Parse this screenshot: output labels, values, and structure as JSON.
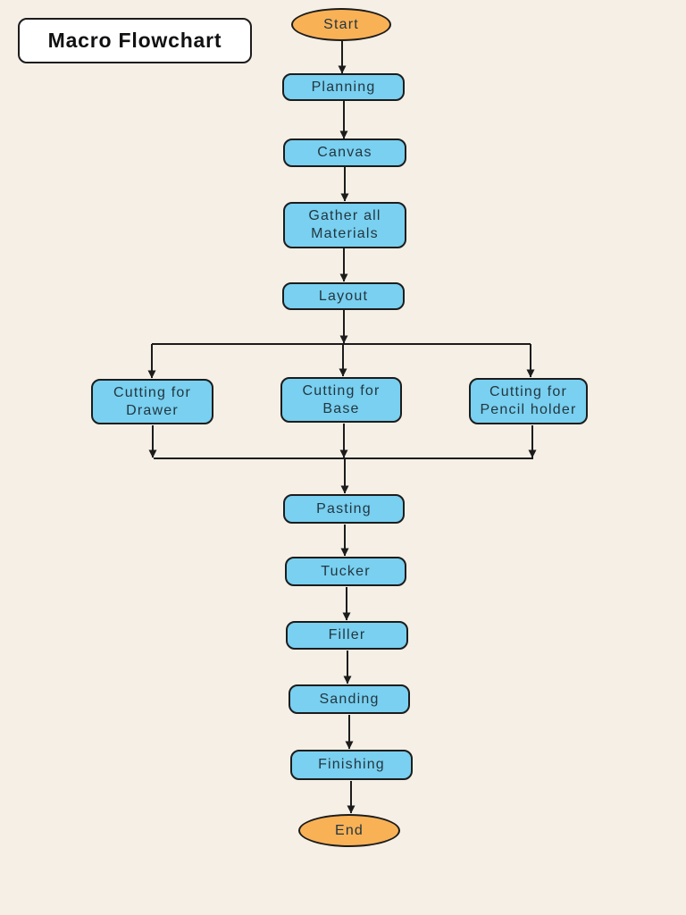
{
  "title": {
    "label": "Macro Flowchart"
  },
  "colors": {
    "background": "#f5efe5",
    "process_fill": "#79d0f0",
    "terminator_fill": "#f9b156",
    "stroke": "#1c1c1c",
    "node_text": "#233640",
    "title_text": "#111111",
    "title_fill": "#ffffff"
  },
  "nodes": {
    "start": {
      "label": "Start",
      "type": "terminator"
    },
    "planning": {
      "label": "Planning",
      "type": "process"
    },
    "canvas": {
      "label": "Canvas",
      "type": "process"
    },
    "gather_materials": {
      "label": "Gather all\nMaterials",
      "type": "process"
    },
    "layout": {
      "label": "Layout",
      "type": "process"
    },
    "cutting_drawer": {
      "label": "Cutting for\nDrawer",
      "type": "process"
    },
    "cutting_base": {
      "label": "Cutting for\nBase",
      "type": "process"
    },
    "cutting_pencil_holder": {
      "label": "Cutting for\nPencil holder",
      "type": "process"
    },
    "pasting": {
      "label": "Pasting",
      "type": "process"
    },
    "tucker": {
      "label": "Tucker",
      "type": "process"
    },
    "filler": {
      "label": "Filler",
      "type": "process"
    },
    "sanding": {
      "label": "Sanding",
      "type": "process"
    },
    "finishing": {
      "label": "Finishing",
      "type": "process"
    },
    "end": {
      "label": "End",
      "type": "terminator"
    }
  },
  "edges": [
    {
      "from": "start",
      "to": "planning"
    },
    {
      "from": "planning",
      "to": "canvas"
    },
    {
      "from": "canvas",
      "to": "gather_materials"
    },
    {
      "from": "gather_materials",
      "to": "layout"
    },
    {
      "from": "layout",
      "to": "cutting_drawer"
    },
    {
      "from": "layout",
      "to": "cutting_base"
    },
    {
      "from": "layout",
      "to": "cutting_pencil_holder"
    },
    {
      "from": "cutting_drawer",
      "to": "pasting"
    },
    {
      "from": "cutting_base",
      "to": "pasting"
    },
    {
      "from": "cutting_pencil_holder",
      "to": "pasting"
    },
    {
      "from": "pasting",
      "to": "tucker"
    },
    {
      "from": "tucker",
      "to": "filler"
    },
    {
      "from": "filler",
      "to": "sanding"
    },
    {
      "from": "sanding",
      "to": "finishing"
    },
    {
      "from": "finishing",
      "to": "end"
    }
  ]
}
